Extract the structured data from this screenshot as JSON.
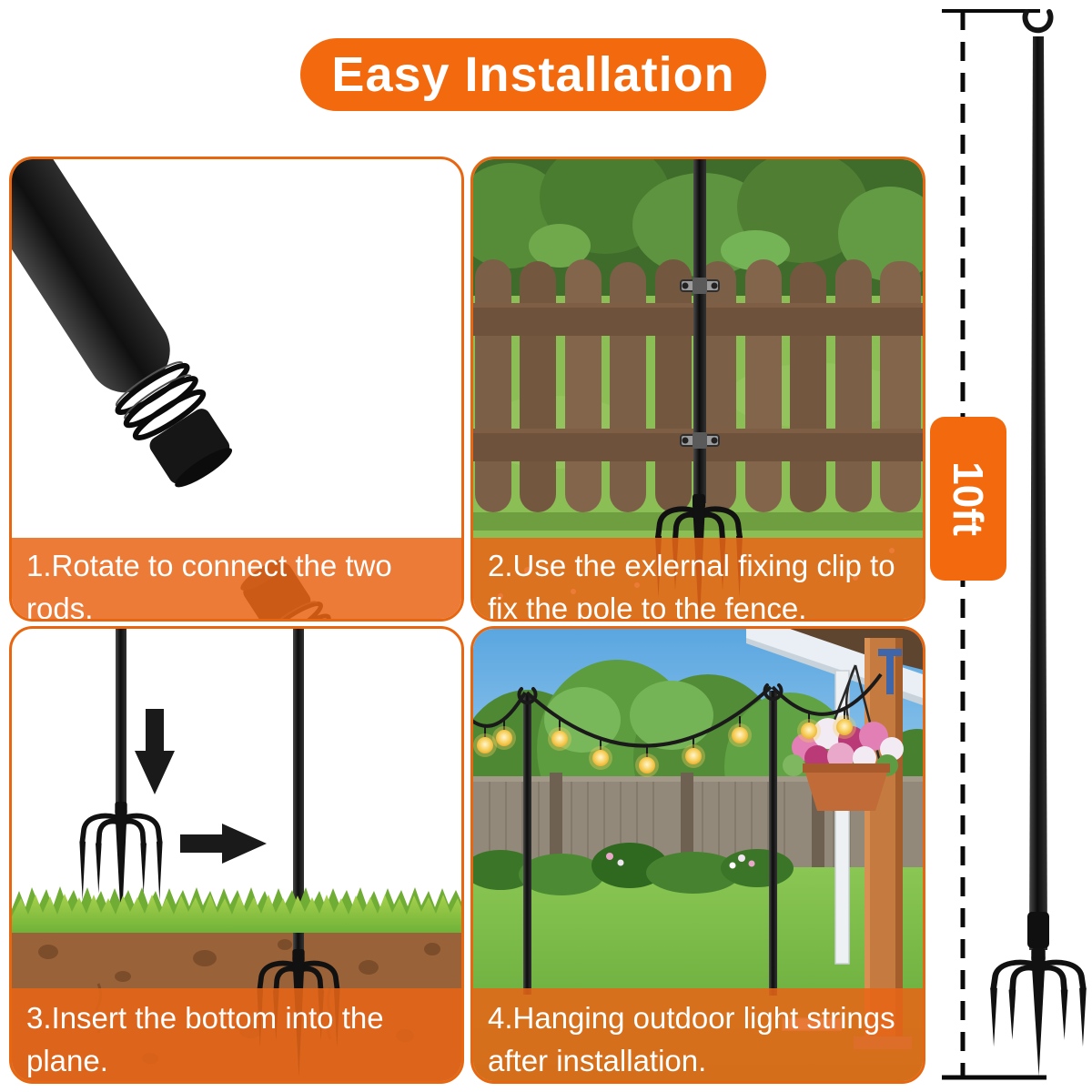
{
  "title": "Easy Installation",
  "steps": [
    {
      "caption": "1.Rotate to connect the two rods."
    },
    {
      "caption": "2.Use the exlernal fixing clip to fix the pole to the fence."
    },
    {
      "caption": "3.Insert the bottom into the plane."
    },
    {
      "caption": "4.Hanging outdoor light strings after installation."
    }
  ],
  "measurement": {
    "label": "10ft"
  },
  "colors": {
    "accent_orange": "#F2690E",
    "panel_border": "#E8660F",
    "caption_overlay": "#E86516",
    "pole_black": "#141414",
    "bulb_warm": "#F7CE5B",
    "grass_green": "#7FBF45",
    "soil_brown": "#9A6238"
  }
}
